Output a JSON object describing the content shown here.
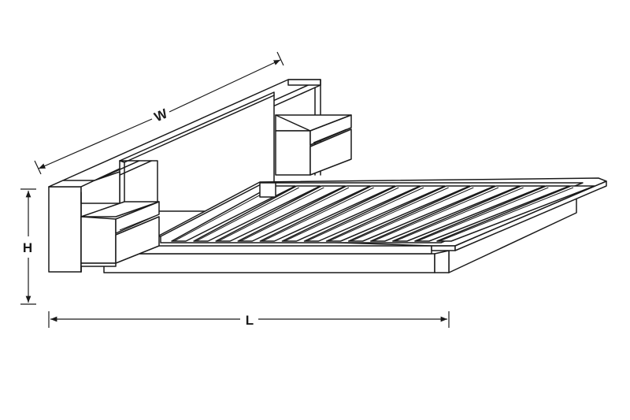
{
  "diagram": {
    "colors": {
      "line": "#1a1a1a",
      "background": "#ffffff"
    },
    "dimensions": {
      "width_label": "W",
      "height_label": "H",
      "length_label": "L"
    },
    "slats": {
      "count": 13
    }
  }
}
